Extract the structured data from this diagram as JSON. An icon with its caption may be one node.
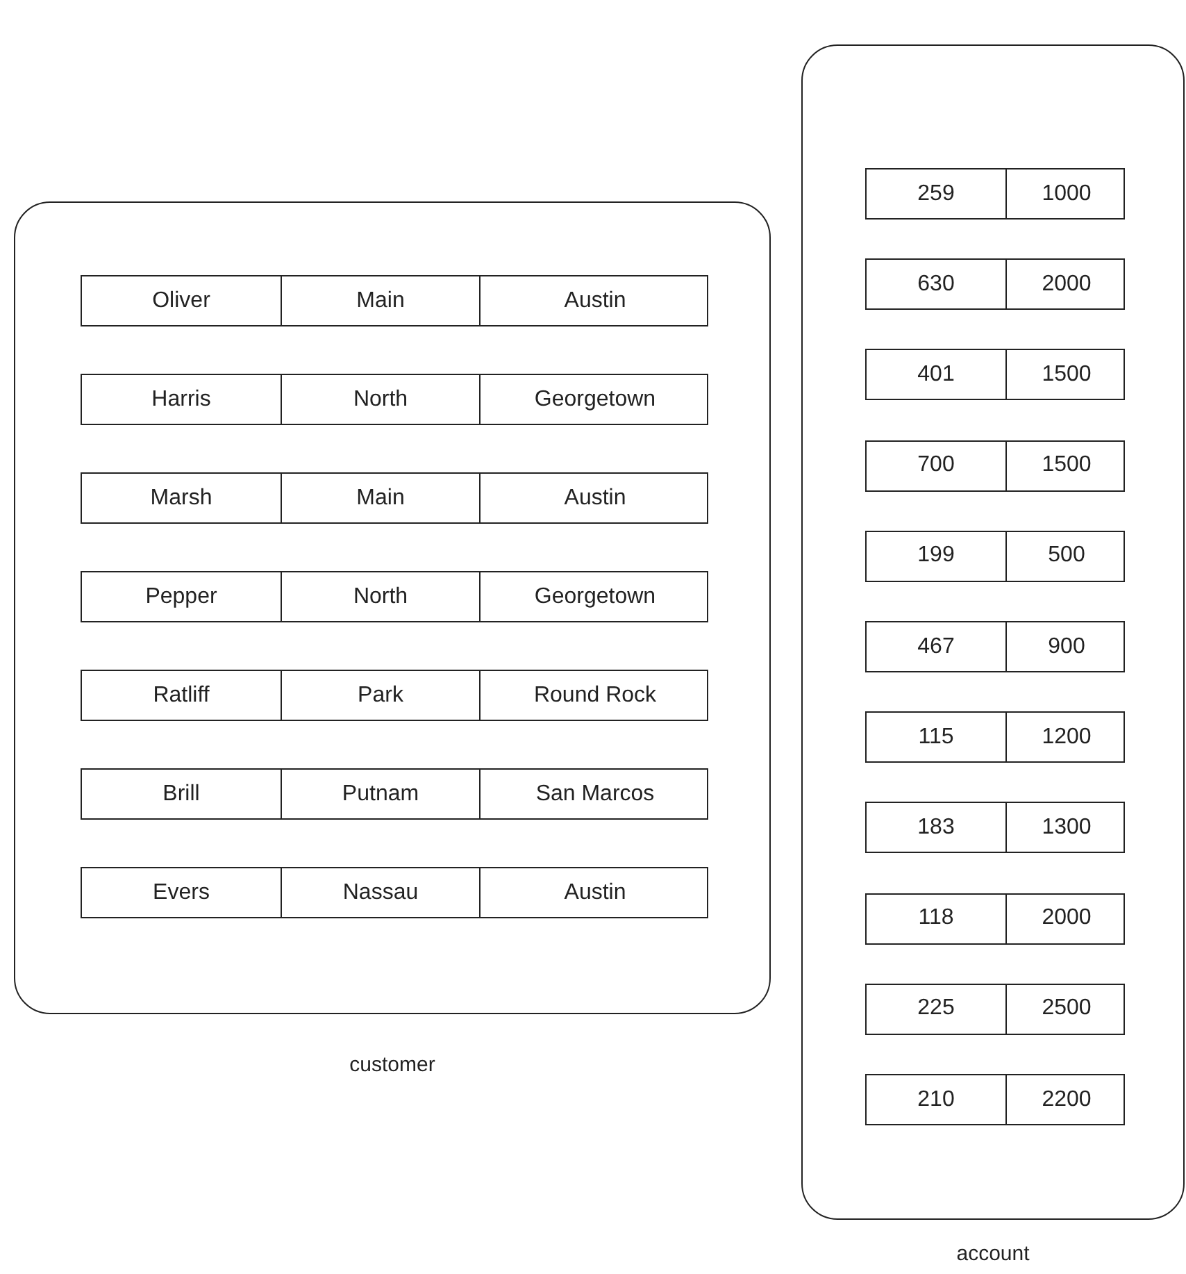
{
  "diagram": {
    "nodes": [
      {
        "text": [
          "customer"
        ]
      },
      {
        "text": [
          "Oliver",
          "Main",
          "Austin"
        ],
        "in": 0
      },
      {
        "text": [
          "Harris",
          "North",
          "Georgetown"
        ],
        "in": 0
      },
      {
        "text": [
          "Marsh",
          "Main",
          "Austin"
        ],
        "in": 0
      },
      {
        "text": [
          "Pepper",
          "North",
          "Georgetown"
        ],
        "in": 0
      },
      {
        "text": [
          "Ratliff",
          "Park",
          "Round Rock"
        ],
        "in": 0
      },
      {
        "text": [
          "Brill",
          "Putnam",
          "San Marcos"
        ],
        "in": 0
      },
      {
        "text": [
          "Evers",
          "Nassau",
          "Austin"
        ],
        "in": 0
      },
      {
        "text": [
          "account"
        ]
      },
      {
        "text": [
          "259",
          "1000"
        ],
        "in": 8
      },
      {
        "text": [
          "630",
          "2000"
        ],
        "in": 8
      },
      {
        "text": [
          "401",
          "1500"
        ],
        "in": 8
      },
      {
        "text": [
          "700",
          "1500"
        ],
        "in": 8
      },
      {
        "text": [
          "199",
          "500"
        ],
        "in": 8
      },
      {
        "text": [
          "467",
          "900"
        ],
        "in": 8
      },
      {
        "text": [
          "115",
          "1200"
        ],
        "in": 8
      },
      {
        "text": [
          "183",
          "1300"
        ],
        "in": 8
      },
      {
        "text": [
          "118",
          "2000"
        ],
        "in": 8
      },
      {
        "text": [
          "225",
          "2500"
        ],
        "in": 8
      },
      {
        "text": [
          "210",
          "2200"
        ],
        "in": 8
      }
    ]
  }
}
